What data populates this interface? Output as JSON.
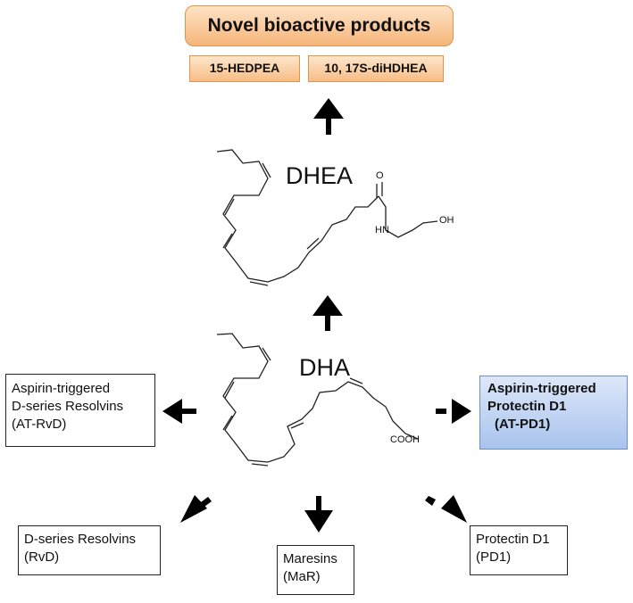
{
  "title": "Novel bioactive products",
  "products": [
    "15-HEDPEA",
    "10, 17S-diHDHEA"
  ],
  "dhea": {
    "label": "DHEA",
    "atoms": {
      "o": "O",
      "hn": "HN",
      "oh": "OH"
    }
  },
  "dha": {
    "label": "DHA",
    "atoms": {
      "cooh": "COOH"
    }
  },
  "outputs": {
    "at_rvd": [
      "Aspirin-triggered",
      "D-series Resolvins",
      "(AT-RvD)"
    ],
    "at_pd1": [
      "Aspirin-triggered",
      "Protectin D1",
      "(AT-PD1)"
    ],
    "rvd": [
      "D-series Resolvins",
      "(RvD)"
    ],
    "mar": [
      "Maresins",
      "(MaR)"
    ],
    "pd1": [
      "Protectin D1",
      "(PD1)"
    ]
  },
  "colors": {
    "orange_fill": "#f6b57a",
    "blue_fill": "#a9c3ee",
    "arrow": "#000000"
  }
}
